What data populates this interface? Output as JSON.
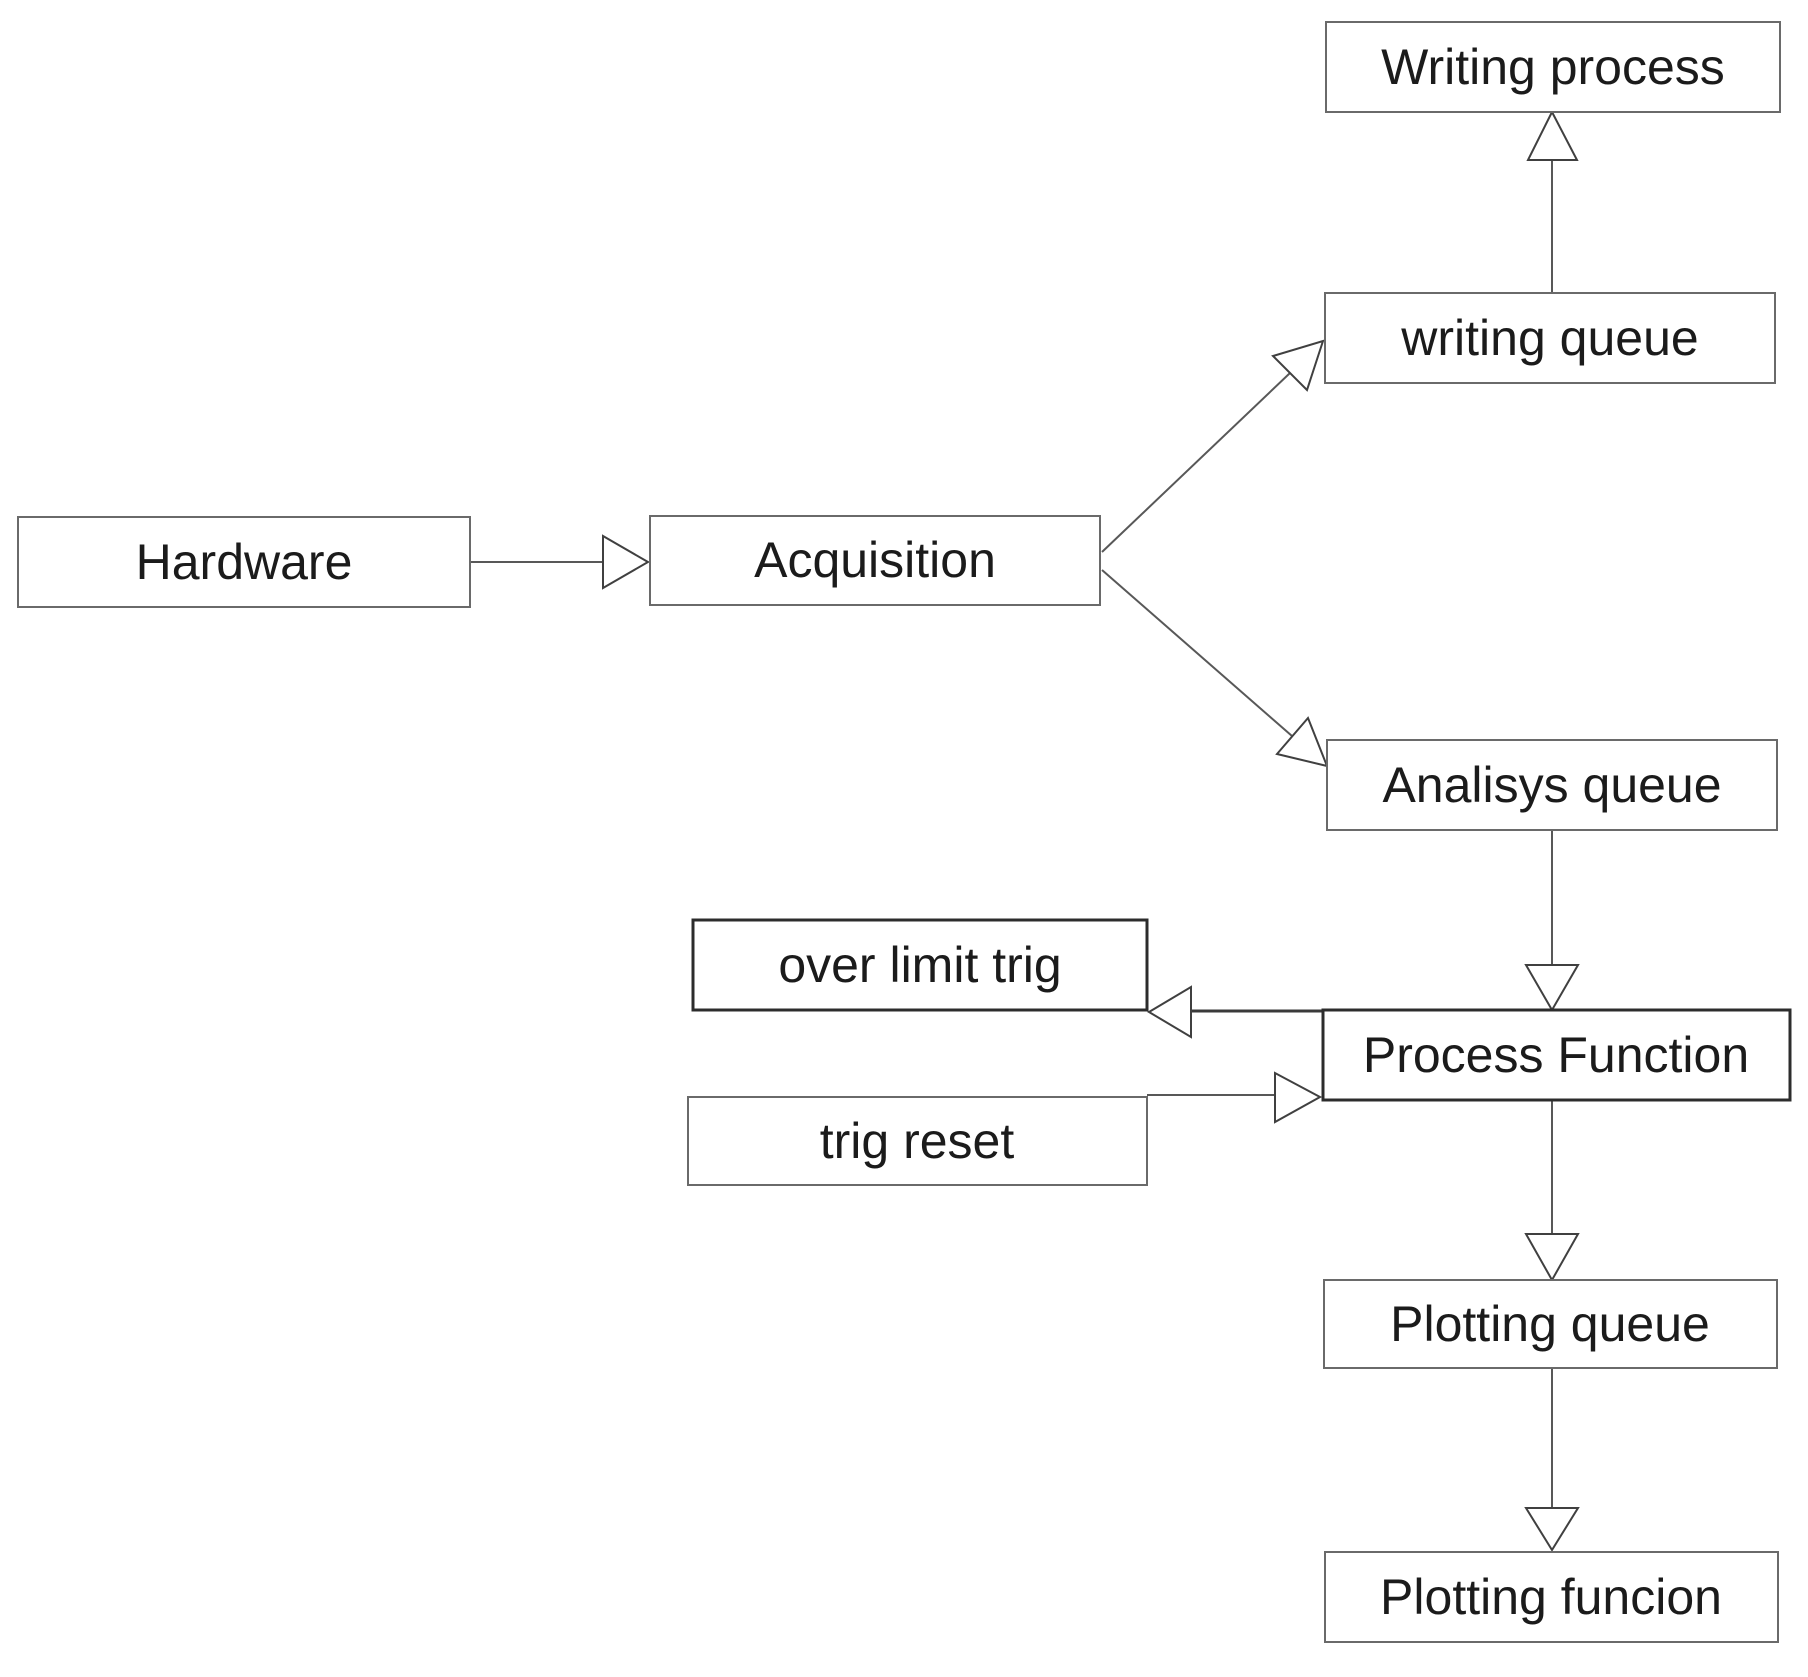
{
  "diagram": {
    "background_color": "#ffffff",
    "box_fill": "#ffffff",
    "box_border_color": "#6a6a6a",
    "box_border_strong_color": "#2c2c2c",
    "line_color": "#585858",
    "text_color": "#1b1b1b",
    "nodes": {
      "writing_process": {
        "label": "Writing process"
      },
      "writing_queue": {
        "label": "writing queue"
      },
      "hardware": {
        "label": "Hardware"
      },
      "acquisition": {
        "label": "Acquisition"
      },
      "analisys_queue": {
        "label": "Analisys queue"
      },
      "over_limit_trig": {
        "label": "over limit trig"
      },
      "process_function": {
        "label": "Process Function"
      },
      "trig_reset": {
        "label": "trig reset"
      },
      "plotting_queue": {
        "label": "Plotting queue"
      },
      "plotting_funcion": {
        "label": "Plotting funcion"
      }
    },
    "edges": [
      {
        "from": "Hardware",
        "to": "Acquisition"
      },
      {
        "from": "Acquisition",
        "to": "writing queue"
      },
      {
        "from": "Acquisition",
        "to": "Analisys queue"
      },
      {
        "from": "writing queue",
        "to": "Writing process"
      },
      {
        "from": "Analisys queue",
        "to": "Process Function"
      },
      {
        "from": "Process Function",
        "to": "over limit trig"
      },
      {
        "from": "trig reset",
        "to": "Process Function"
      },
      {
        "from": "Process Function",
        "to": "Plotting queue"
      },
      {
        "from": "Plotting queue",
        "to": "Plotting funcion"
      }
    ]
  }
}
